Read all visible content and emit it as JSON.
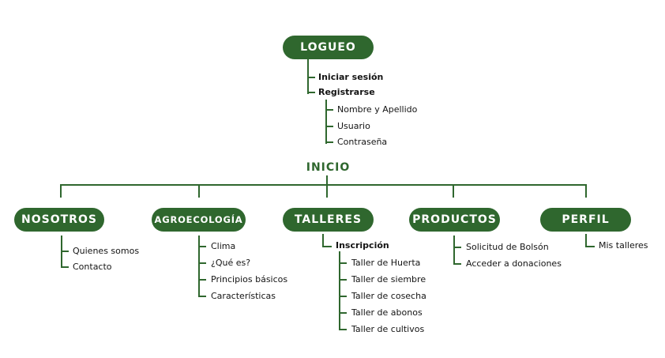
{
  "colors": {
    "node_green": "#2F672E",
    "line_green": "#2F672E",
    "label_text": "#141414",
    "pill_text": "#ffffff"
  },
  "logueo": {
    "label": "LOGUEO",
    "children": [
      {
        "label": "Iniciar sesión"
      },
      {
        "label": "Registrarse",
        "children": [
          {
            "label": "Nombre y Apellido"
          },
          {
            "label": "Usuario"
          },
          {
            "label": "Contraseña"
          }
        ]
      }
    ]
  },
  "inicio": {
    "label": "INICIO",
    "branches": [
      {
        "label": "NOSOTROS",
        "children": [
          {
            "label": "Quienes somos"
          },
          {
            "label": "Contacto"
          }
        ]
      },
      {
        "label": "AGROECOLOGÍA",
        "children": [
          {
            "label": "Clima"
          },
          {
            "label": "¿Qué es?"
          },
          {
            "label": "Principios básicos"
          },
          {
            "label": "Características"
          }
        ]
      },
      {
        "label": "TALLERES",
        "children": [
          {
            "label": "Inscripción",
            "children": [
              {
                "label": "Taller de Huerta"
              },
              {
                "label": "Taller de siembre"
              },
              {
                "label": "Taller de cosecha"
              },
              {
                "label": "Taller de abonos"
              },
              {
                "label": "Taller de cultivos"
              }
            ]
          }
        ]
      },
      {
        "label": "PRODUCTOS",
        "children": [
          {
            "label": "Solicitud de Bolsón"
          },
          {
            "label": "Acceder a donaciones"
          }
        ]
      },
      {
        "label": "PERFIL",
        "children": [
          {
            "label": "Mis talleres"
          }
        ]
      }
    ]
  }
}
